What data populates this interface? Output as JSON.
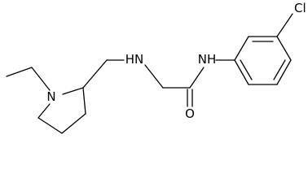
{
  "molecule": {
    "atom_labels": {
      "ring_nitrogen": "N",
      "amine_nh": "HN",
      "amide_nh": "NH",
      "carbonyl_oxygen": "O",
      "chlorine": "Cl"
    }
  },
  "colors": {
    "background": "#ffffff",
    "bond": "#000000",
    "label": "#000000"
  }
}
